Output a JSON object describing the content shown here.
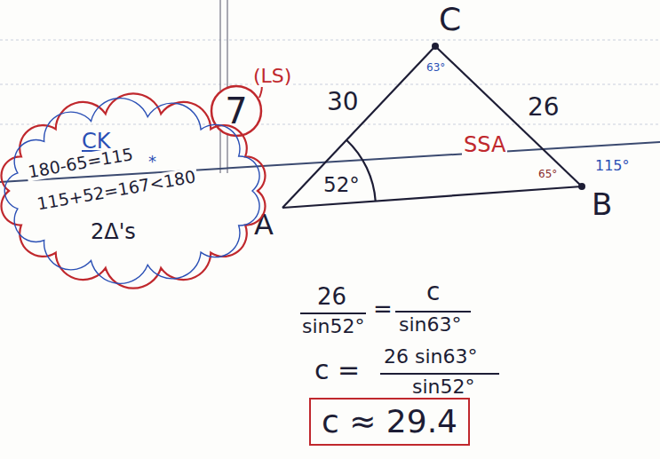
{
  "diagram": {
    "nodes": [
      {
        "text": [
          "7"
        ]
      },
      {
        "text": [
          "CK",
          "180-65=115",
          "*",
          "115+52=167<180",
          "2Δ's"
        ]
      },
      {
        "text": [
          "c ≈ 29.4"
        ]
      }
    ],
    "labels": [
      "(LS)",
      "C",
      "63°",
      "30",
      "26",
      "SSA",
      "52°",
      "65°",
      "115°",
      "B",
      "A",
      "26",
      "sin52°",
      "=",
      "c",
      "sin63°",
      "c =",
      "26 sin63°",
      "sin52°"
    ]
  }
}
